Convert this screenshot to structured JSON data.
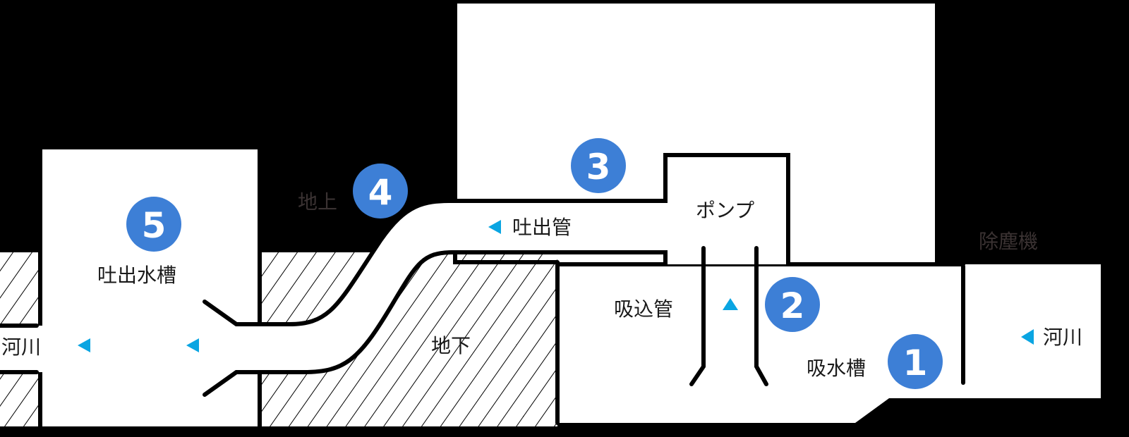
{
  "colors": {
    "badge": "#3d7fd6",
    "arrow": "#0aa5e2",
    "background": "#000000",
    "area": "#ffffff"
  },
  "badges": [
    "1",
    "2",
    "3",
    "4",
    "5"
  ],
  "labels": {
    "above_ground": "地上",
    "underground": "地下",
    "discharge_tank": "吐出水槽",
    "discharge_pipe": "吐出管",
    "pump": "ポンプ",
    "suction_pipe": "吸込管",
    "intake_tank": "吸水槽",
    "dust_remover": "除塵機",
    "river_left": "河川",
    "river_right": "河川"
  }
}
